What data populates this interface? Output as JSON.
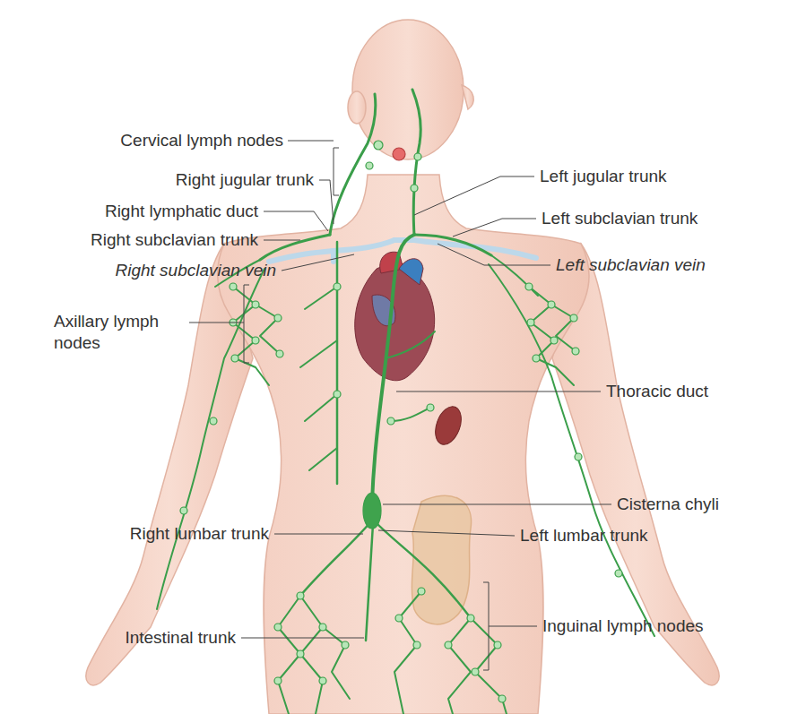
{
  "diagram": {
    "labels": [
      "Cervical lymph nodes",
      "Right jugular trunk",
      "Right lymphatic duct",
      "Right subclavian trunk",
      "Right subclavian vein",
      "Left jugular trunk",
      "Left subclavian trunk",
      "Left subclavian vein",
      "Axillary lymph nodes",
      "Thoracic duct",
      "Cisterna chyli",
      "Right lumbar trunk",
      "Left lumbar trunk",
      "Inguinal lymph nodes",
      "Intestinal trunk"
    ]
  }
}
